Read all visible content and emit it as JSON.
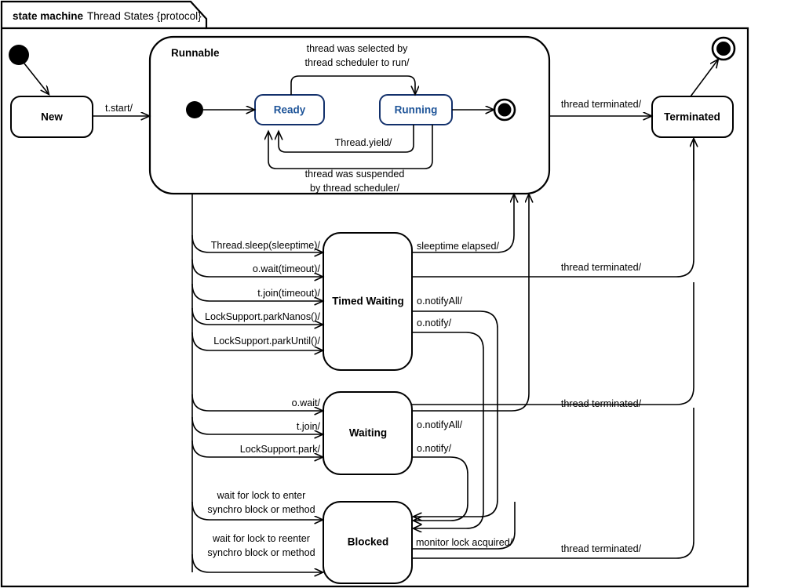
{
  "diagram": {
    "kind_keyword": "state machine",
    "name": "Thread States {protocol}",
    "title_full": "state machine Thread States {protocol}"
  },
  "states": {
    "new": "New",
    "runnable": "Runnable",
    "ready": "Ready",
    "running": "Running",
    "terminated": "Terminated",
    "timed_waiting": "Timed Waiting",
    "waiting": "Waiting",
    "blocked": "Blocked"
  },
  "pseudostates": {
    "initial_outer": "initial-state",
    "initial_runnable": "initial-state",
    "final_runnable": "final-state",
    "final_outer": "final-state"
  },
  "transitions": {
    "start": "t.start/",
    "selected_by_scheduler_1": "thread was selected by",
    "selected_by_scheduler_2": "thread scheduler to run/",
    "thread_yield": "Thread.yield/",
    "suspended_1": "thread was suspended",
    "suspended_2": "by thread scheduler/",
    "thread_terminated_runnable": "thread terminated/",
    "thread_sleep": "Thread.sleep(sleeptime)/",
    "o_wait_timeout": "o.wait(timeout)/",
    "t_join_timeout": "t.join(timeout)/",
    "park_nanos": "LockSupport.parkNanos()/",
    "park_until": "LockSupport.parkUntil()/",
    "sleeptime_elapsed": "sleeptime elapsed/",
    "notify_all_timed": "o.notifyAll/",
    "notify_timed": "o.notify/",
    "thread_terminated_timed": "thread terminated/",
    "o_wait": "o.wait/",
    "t_join": "t.join/",
    "park": "LockSupport.park/",
    "notify_all_waiting": "o.notifyAll/",
    "notify_waiting": "o.notify/",
    "thread_terminated_waiting": "thread terminated/",
    "wait_enter_1": "wait for lock to enter",
    "wait_enter_2": "synchro block or method",
    "wait_reenter_1": "wait for lock to reenter",
    "wait_reenter_2": "synchro block or method",
    "monitor_lock_acquired": "monitor lock acquired/",
    "thread_terminated_blocked": "thread terminated/"
  },
  "colors": {
    "stroke": "#000000",
    "state_blue_text": "#1f5599",
    "state_blue_border": "#12306b",
    "background": "#ffffff"
  }
}
